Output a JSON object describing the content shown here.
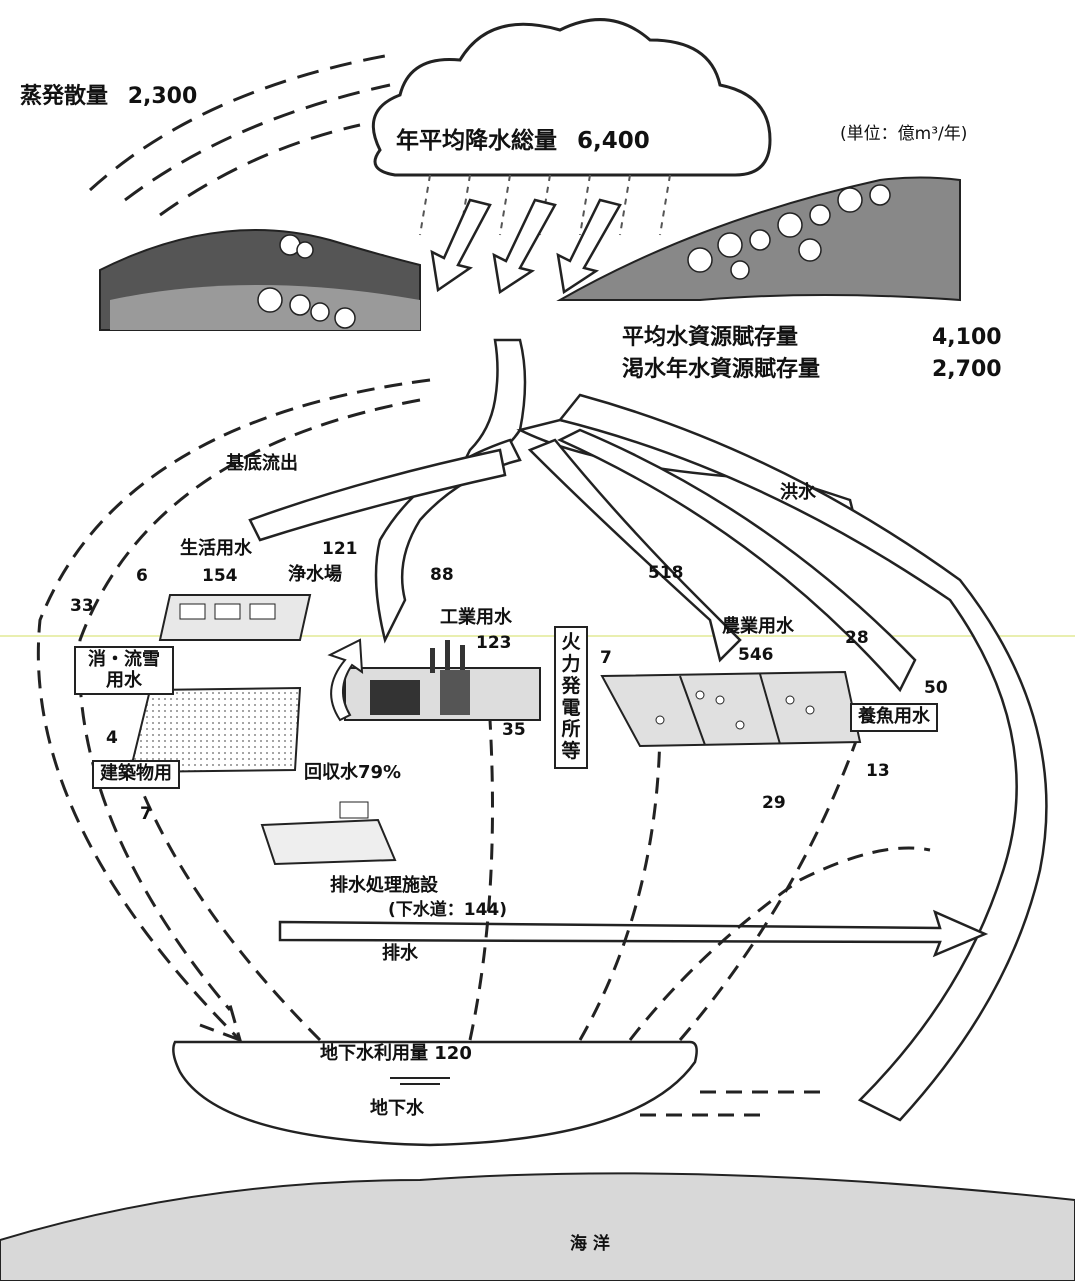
{
  "title": {
    "label": "年平均降水総量",
    "value": "6,400"
  },
  "unit": "(単位：億m³/年)",
  "evapotranspiration": {
    "label": "蒸発散量",
    "value": "2,300"
  },
  "resources": {
    "avg_label": "平均水資源賦存量",
    "avg_value": "4,100",
    "drought_label": "渇水年水資源賦存量",
    "drought_value": "2,700"
  },
  "flows": {
    "base_runoff": "基底流出",
    "flood": "洪水",
    "domestic": "生活用水",
    "domestic_in": "121",
    "domestic_total": "154",
    "water_purification": "浄水場",
    "firefighting": "消・流雪\n用水",
    "firefighting_value": "6",
    "building": "建築物用",
    "left_33": "33",
    "building_4": "4",
    "building_7": "7",
    "industrial": "工業用水",
    "industrial_in": "88",
    "industrial_total": "123",
    "recycled": "回収水79%",
    "industrial_gw": "35",
    "thermal_power": "火力発電所等",
    "thermal_value": "7",
    "agricultural": "農業用水",
    "agricultural_in": "518",
    "agricultural_total": "546",
    "agricultural_gw": "29",
    "aquaculture": "養魚用水",
    "aquaculture_in": "28",
    "aquaculture_total": "50",
    "aquaculture_gw": "13",
    "treatment": "排水処理施設",
    "sewer": "(下水道：144)",
    "drainage": "排水",
    "groundwater_use": "地下水利用量 120",
    "groundwater": "地下水",
    "ocean": "海 洋"
  },
  "icons": [
    "cloud-icon",
    "rain-icon",
    "mountain-icon",
    "tree-icon",
    "purification-plant-icon",
    "factory-icon",
    "farm-field-icon",
    "building-city-icon",
    "treatment-plant-icon"
  ]
}
